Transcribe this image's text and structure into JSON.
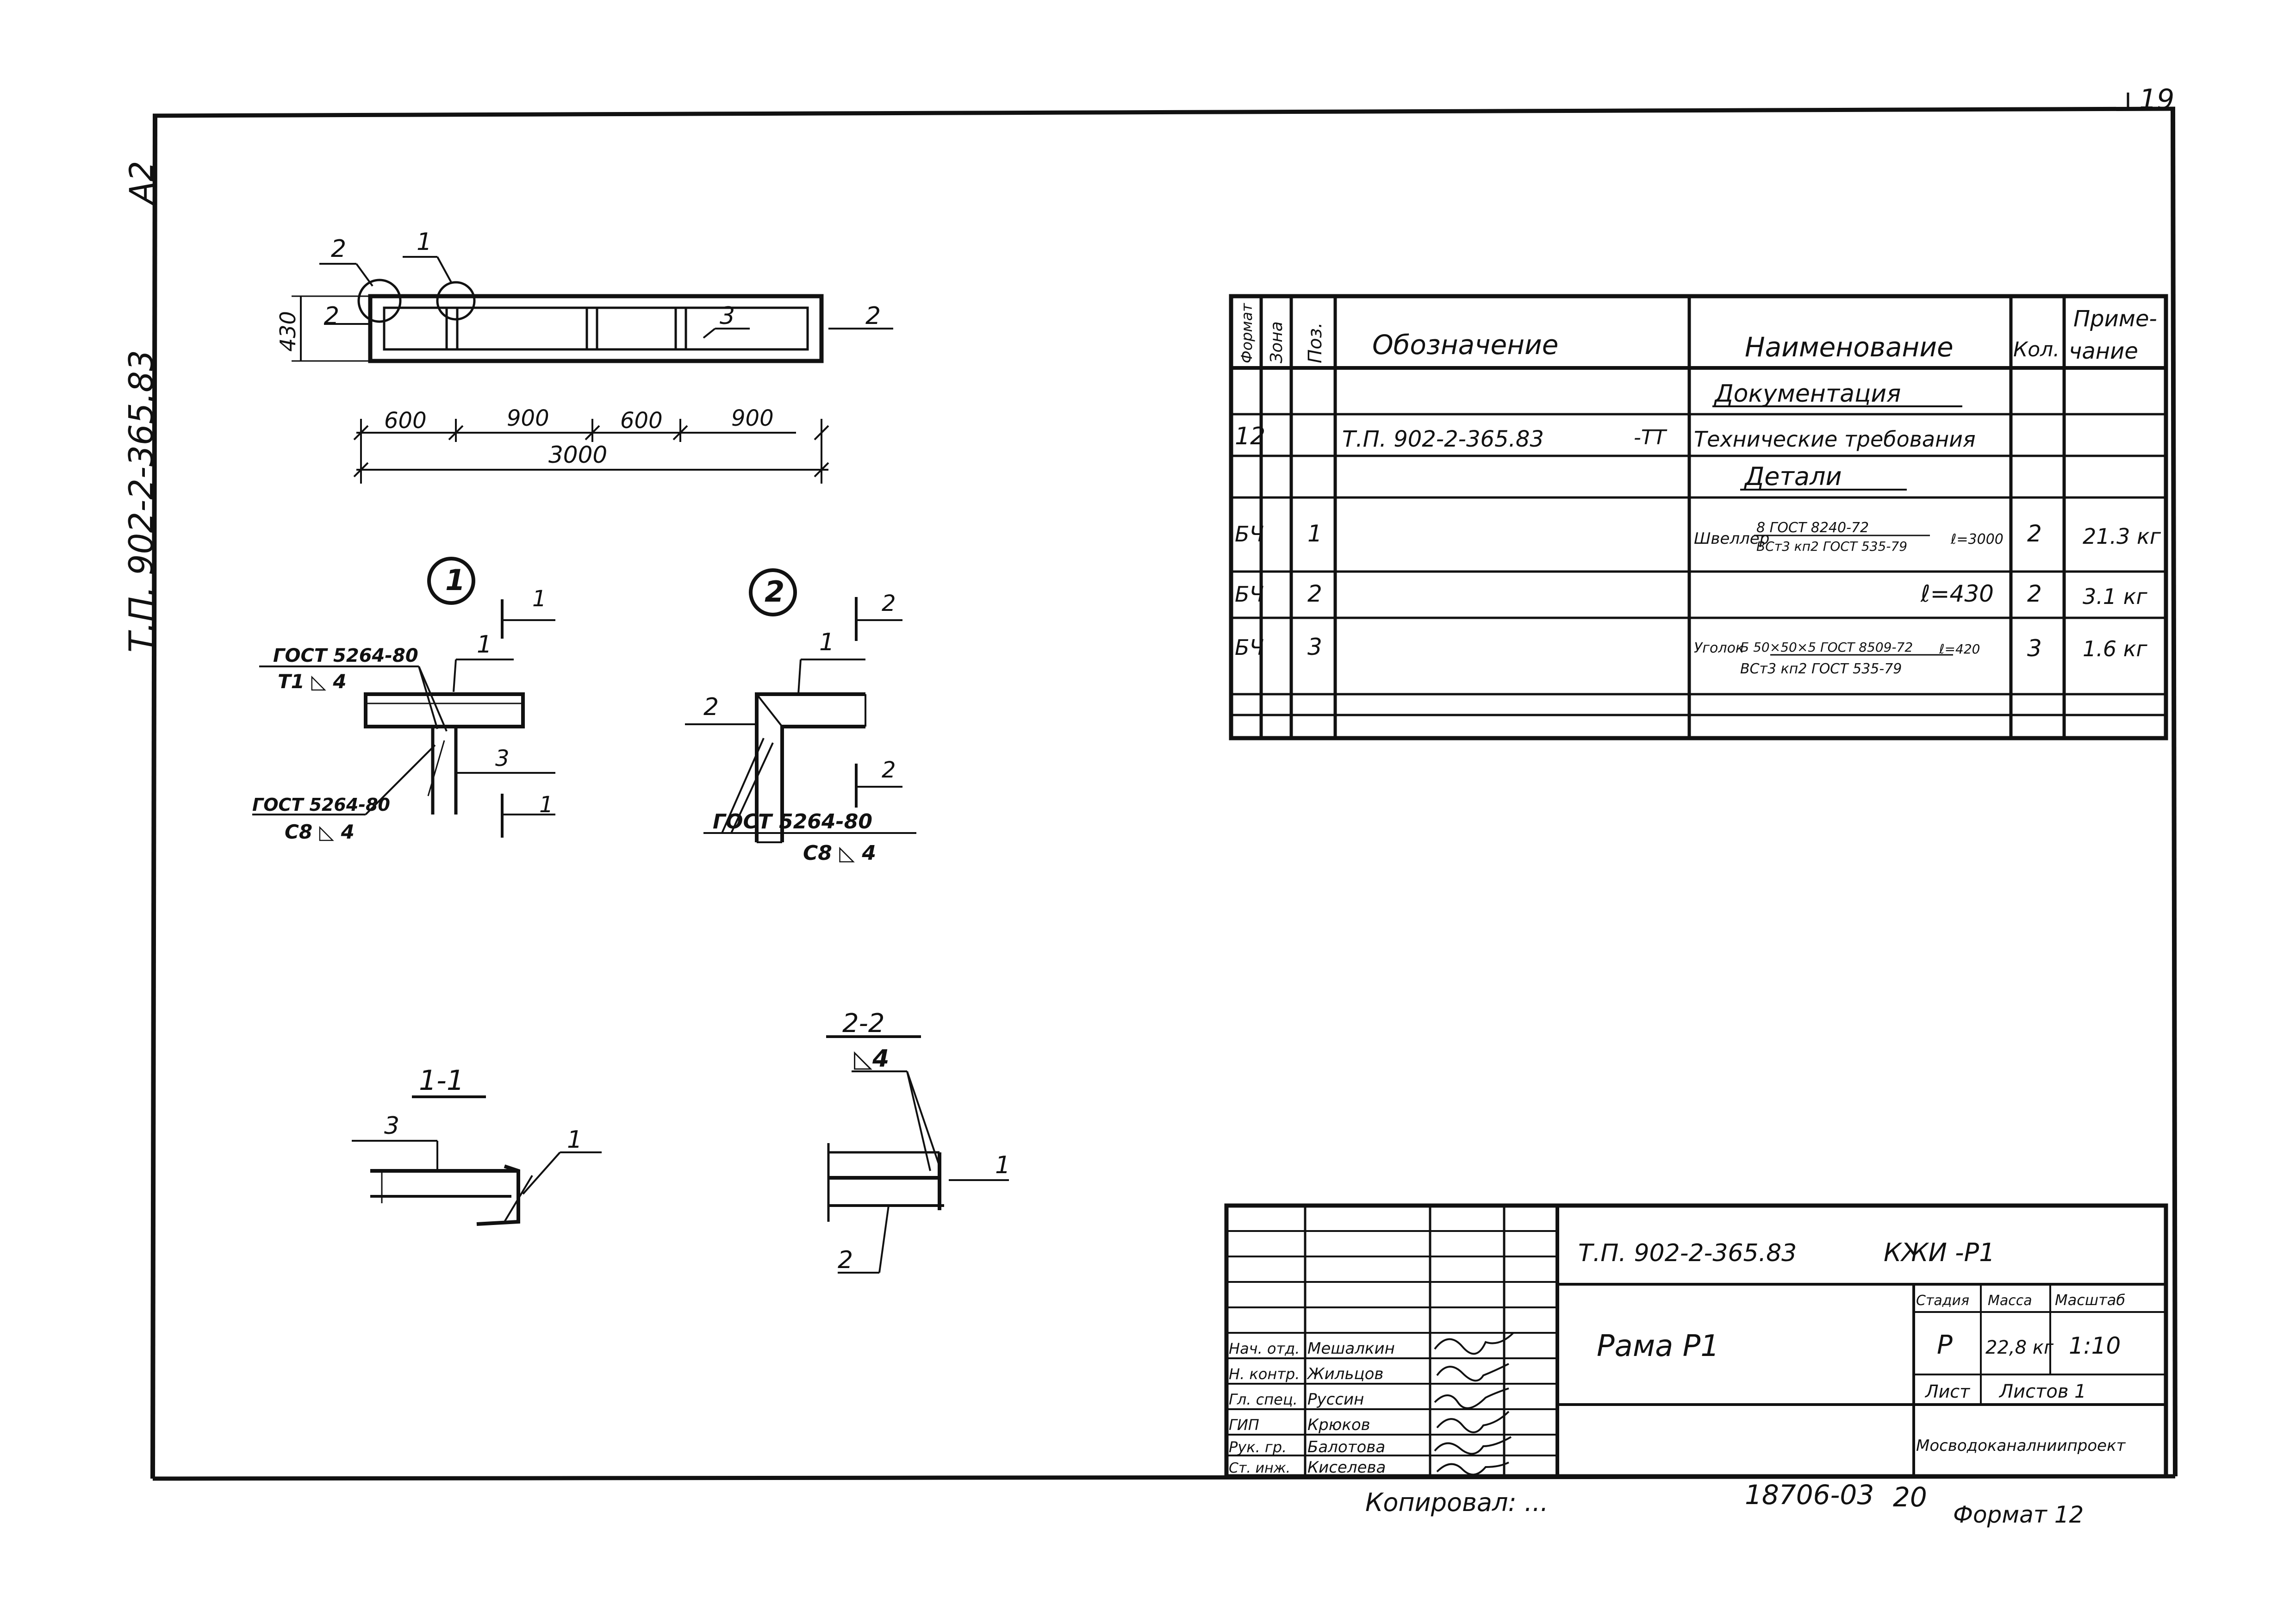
{
  "sheet_number": "19",
  "corner_mark": "А2",
  "side_code": "Т.П. 902-2-365.83",
  "elevation": {
    "mark_1": "1",
    "mark_2": "2",
    "left_label": "2",
    "right_label": "2",
    "inner_label": "3",
    "height": "430",
    "dims": [
      "600",
      "900",
      "600",
      "900"
    ],
    "total": "3000"
  },
  "node1": {
    "number": "1",
    "weld_top_std": "ГОСТ 5264-80",
    "weld_top_sym": "Т1 ◺ 4",
    "weld_bot_std": "ГОСТ 5264-80",
    "weld_bot_sym": "С8 ◺ 4",
    "lbl_a": "1",
    "lbl_b": "3",
    "cut_top": "1",
    "cut_bot": "1"
  },
  "node2": {
    "number": "2",
    "lbl_left": "2",
    "lbl_top": "1",
    "cut_top": "2",
    "cut_mid": "2",
    "weld_std": "ГОСТ 5264-80",
    "weld_sym": "С8 ◺ 4"
  },
  "section11": {
    "title": "1-1",
    "lbl_a": "3",
    "lbl_b": "1"
  },
  "section22": {
    "title": "2-2",
    "weld": "◺4",
    "lbl_a": "1",
    "lbl_b": "2"
  },
  "spec": {
    "headers": [
      "Формат",
      "Зона",
      "Поз.",
      "Обозначение",
      "Наименование",
      "Кол.",
      "Приме-",
      "чание"
    ],
    "rows": [
      {
        "format": "",
        "zone": "",
        "pos": "",
        "designation": "",
        "name": "Документация",
        "qty": "",
        "note": "",
        "underlined": true
      },
      {
        "format": "12",
        "zone": "",
        "pos": "",
        "designation": "Т.П. 902-2-365.83",
        "designation_suffix": "-ТТ",
        "name": "Технические требования",
        "qty": "",
        "note": ""
      },
      {
        "format": "",
        "zone": "",
        "pos": "",
        "designation": "",
        "name": "Детали",
        "qty": "",
        "note": "",
        "underlined": true
      },
      {
        "format": "БЧ",
        "zone": "",
        "pos": "1",
        "designation": "",
        "name": "Швеллер",
        "name_top": "8 ГОСТ 8240-72",
        "name_bot": "ВСт3 кп2 ГОСТ 535-79",
        "name_len": "ℓ=3000",
        "qty": "2",
        "note": "21.3 кг"
      },
      {
        "format": "БЧ",
        "zone": "",
        "pos": "2",
        "designation": "",
        "name": "",
        "name_len": "ℓ=430",
        "qty": "2",
        "note": "3.1 кг"
      },
      {
        "format": "БЧ",
        "zone": "",
        "pos": "3",
        "designation": "",
        "name": "Уголок",
        "name_top": "Б 50×50×5 ГОСТ 8509-72",
        "name_bot": "ВСт3 кп2 ГОСТ 535-79",
        "name_len": "ℓ=420",
        "qty": "3",
        "note": "1.6 кг"
      },
      {
        "format": "",
        "zone": "",
        "pos": "",
        "designation": "",
        "name": "",
        "qty": "",
        "note": ""
      },
      {
        "format": "",
        "zone": "",
        "pos": "",
        "designation": "",
        "name": "",
        "qty": "",
        "note": ""
      }
    ]
  },
  "stamp": {
    "code": "Т.П. 902-2-365.83",
    "mark": "КЖИ -Р1",
    "title": "Рама Р1",
    "col_stage": "Стадия",
    "col_mass": "Масса",
    "col_scale": "Масштаб",
    "stage": "Р",
    "mass": "22,8 кг",
    "scale": "1:10",
    "sheet_label": "Лист",
    "sheets_label": "Листов 1",
    "org": "Мосводоканалниипроект",
    "signers": [
      {
        "role": "Нач. отд.",
        "name": "Мешалкин"
      },
      {
        "role": "Н. контр.",
        "name": "Жильцов"
      },
      {
        "role": "Гл. спец.",
        "name": "Руссин"
      },
      {
        "role": "ГИП",
        "name": "Крюков"
      },
      {
        "role": "Рук. гр.",
        "name": "Балотова"
      },
      {
        "role": "Ст. инж.",
        "name": "Киселева"
      }
    ]
  },
  "footer": {
    "copied": "Копировал: ...",
    "inv_number": "18706-03",
    "page": "20",
    "format": "Формат 12"
  }
}
